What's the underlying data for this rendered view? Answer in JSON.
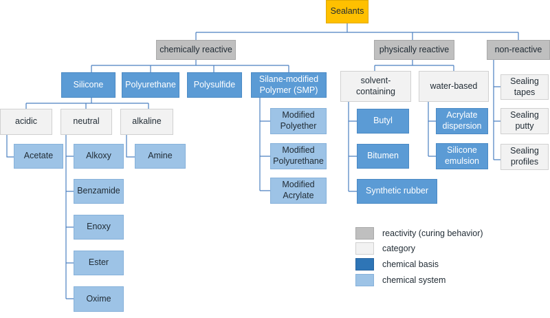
{
  "title": "Sealants",
  "reactivity": {
    "chemically_reactive": "chemically reactive",
    "physically_reactive": "physically reactive",
    "non_reactive": "non-reactive"
  },
  "chemical_basis": {
    "silicone": "Silicone",
    "polyurethane": "Polyurethane",
    "polysulfide": "Polysulfide",
    "smp": "Silane-modified\nPolymer (SMP)",
    "butyl": "Butyl",
    "bitumen": "Bitumen",
    "synthetic_rubber": "Synthetic rubber"
  },
  "categories": {
    "acidic": "acidic",
    "neutral": "neutral",
    "alkaline": "alkaline",
    "solvent_containing": "solvent-\ncontaining",
    "water_based": "water-based"
  },
  "systems": {
    "acetate": "Acetate",
    "alkoxy": "Alkoxy",
    "benzamide": "Benzamide",
    "enoxy": "Enoxy",
    "ester": "Ester",
    "oxime": "Oxime",
    "amine": "Amine",
    "modified_polyether": "Modified\nPolyether",
    "modified_polyurethane": "Modified\nPolyurethane",
    "modified_acrylate": "Modified\nAcrylate",
    "acrylate_dispersion": "Acrylate\ndispersion",
    "silicone_emulsion": "Silicone\nemulsion"
  },
  "non_reactive_items": {
    "sealing_tapes": "Sealing\ntapes",
    "sealing_putty": "Sealing\nputty",
    "sealing_profiles": "Sealing\nprofiles"
  },
  "legend": {
    "reactivity": "reactivity (curing behavior)",
    "category": "category",
    "chemical_basis": "chemical basis",
    "chemical_system": "chemical system"
  },
  "colors": {
    "root": "#ffc000",
    "reactivity": "#bfbfbf",
    "category": "#f2f2f2",
    "chemical_basis": "#5b9bd5",
    "chemical_basis_legend": "#2e75b6",
    "chemical_system": "#9dc3e6",
    "connector": "#4a7fc0"
  }
}
